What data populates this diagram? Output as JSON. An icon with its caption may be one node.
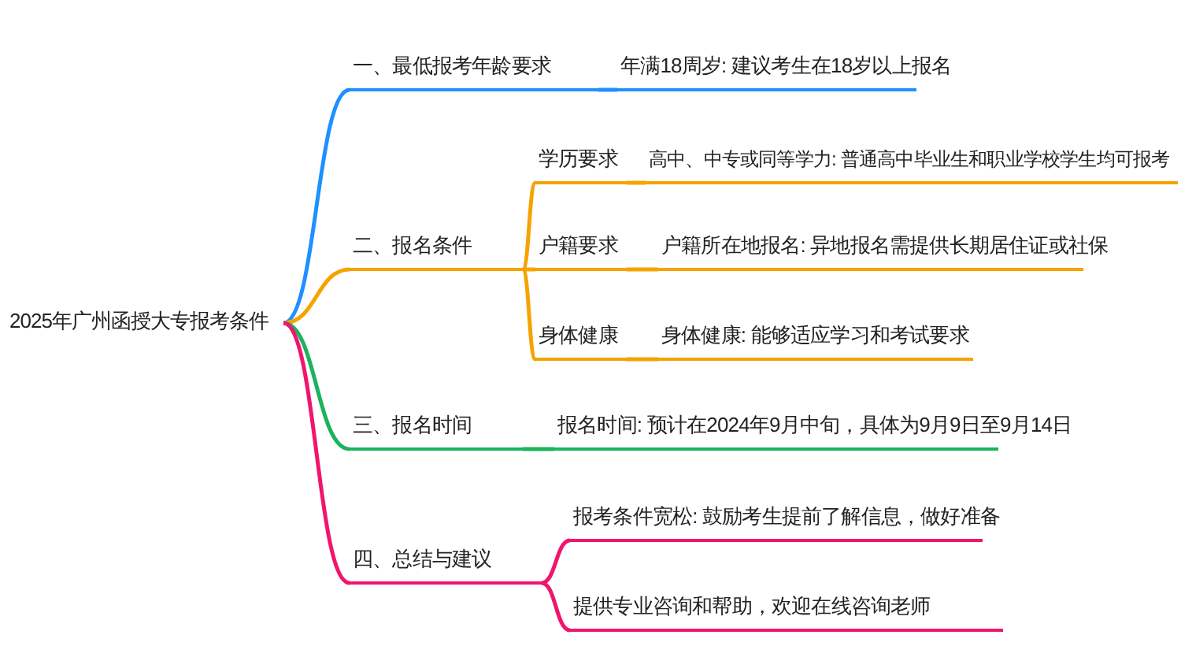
{
  "diagram": {
    "nodes": [
      {
        "text": [
          "2025年广州函授大专报考条件"
        ]
      },
      {
        "text": [
          "一、最低报考年龄要求"
        ]
      },
      {
        "text": [
          "年满18周岁: 建议考生在18岁以上报名"
        ]
      },
      {
        "text": [
          "二、报名条件"
        ]
      },
      {
        "text": [
          "学历要求"
        ]
      },
      {
        "text": [
          "高中、中专或同等学力: 普通高中毕业生和职业学校学生均可报考"
        ]
      },
      {
        "text": [
          "户籍要求"
        ]
      },
      {
        "text": [
          "户籍所在地报名: 异地报名需提供长期居住证或社保"
        ]
      },
      {
        "text": [
          "身体健康"
        ]
      },
      {
        "text": [
          "身体健康: 能够适应学习和考试要求"
        ]
      },
      {
        "text": [
          "三、报名时间"
        ]
      },
      {
        "text": [
          "报名时间: 预计在2024年9月中旬，具体为9月9日至9月14日"
        ]
      },
      {
        "text": [
          "四、总结与建议"
        ]
      },
      {
        "text": [
          "报考条件宽松: 鼓励考生提前了解信息，做好准备"
        ]
      },
      {
        "text": [
          "提供专业咨询和帮助，欢迎在线咨询老师"
        ]
      }
    ],
    "edges": [
      {
        "from": 0,
        "to": 1,
        "arrow": "none",
        "color": "#1e90ff"
      },
      {
        "from": 1,
        "to": 2,
        "arrow": "none",
        "color": "#1e90ff"
      },
      {
        "from": 0,
        "to": 3,
        "arrow": "none"
      },
      {
        "from": 3,
        "to": 4,
        "arrow": "none"
      },
      {
        "from": 4,
        "to": 5,
        "arrow": "none"
      },
      {
        "from": 3,
        "to": 6,
        "arrow": "none"
      },
      {
        "from": 6,
        "to": 7,
        "arrow": "none"
      },
      {
        "from": 3,
        "to": 8,
        "arrow": "none"
      },
      {
        "from": 8,
        "to": 9,
        "arrow": "none"
      },
      {
        "from": 0,
        "to": 10,
        "arrow": "none",
        "color": "#1bb35e"
      },
      {
        "from": 10,
        "to": 11,
        "arrow": "none",
        "color": "#1bb35e"
      },
      {
        "from": 0,
        "to": 12,
        "arrow": "none",
        "color": "#f0156e"
      },
      {
        "from": 12,
        "to": 13,
        "arrow": "none",
        "color": "#f0156e"
      },
      {
        "from": 12,
        "to": 14,
        "arrow": "none",
        "color": "#f0156e"
      }
    ]
  }
}
